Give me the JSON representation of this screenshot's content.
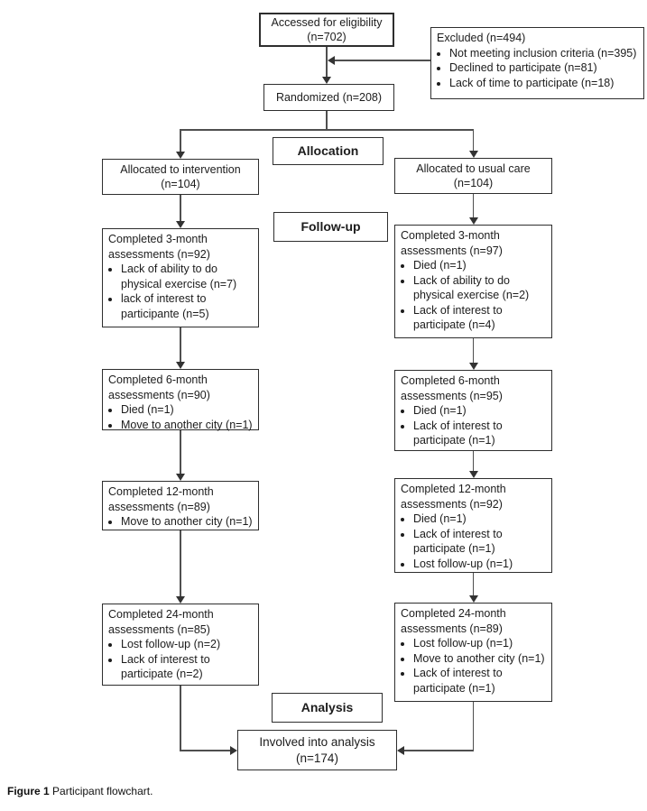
{
  "flowchart": {
    "eligibility": {
      "lines": [
        "Accessed for eligibility",
        "(n=702)"
      ]
    },
    "excluded": {
      "title": "Excluded (n=494)",
      "bullets": [
        "Not meeting inclusion criteria (n=395)",
        "Declined to participate (n=81)",
        "Lack of time to participate (n=18)"
      ]
    },
    "randomized": {
      "text": "Randomized (n=208)"
    },
    "stage_labels": {
      "allocation": "Allocation",
      "follow_up": "Follow-up",
      "analysis": "Analysis"
    },
    "intervention": {
      "allocated": {
        "lines": [
          "Allocated to intervention",
          "(n=104)"
        ]
      },
      "assessments": [
        {
          "title": "Completed 3-month assessments (n=92)",
          "bullets": [
            "Lack of ability to do physical exercise (n=7)",
            "lack of interest to participante (n=5)"
          ]
        },
        {
          "title": "Completed 6-month assessments (n=90)",
          "bullets": [
            "Died (n=1)",
            "Move to another city (n=1)"
          ]
        },
        {
          "title": "Completed 12-month assessments (n=89)",
          "bullets": [
            "Move to another city (n=1)"
          ]
        },
        {
          "title": "Completed 24-month assessments (n=85)",
          "bullets": [
            "Lost follow-up (n=2)",
            "Lack of interest to participate (n=2)"
          ]
        }
      ]
    },
    "usual_care": {
      "allocated": {
        "lines": [
          "Allocated to usual care",
          "(n=104)"
        ]
      },
      "assessments": [
        {
          "title": "Completed 3-month assessments (n=97)",
          "bullets": [
            "Died (n=1)",
            "Lack of ability to do physical exercise (n=2)",
            "Lack of interest to participate (n=4)"
          ]
        },
        {
          "title": "Completed 6-month assessments (n=95)",
          "bullets": [
            "Died (n=1)",
            "Lack of interest to participate (n=1)"
          ]
        },
        {
          "title": "Completed 12-month assessments (n=92)",
          "bullets": [
            "Died (n=1)",
            "Lack of interest to participate (n=1)",
            "Lost follow-up (n=1)"
          ]
        },
        {
          "title": "Completed 24-month assessments (n=89)",
          "bullets": [
            "Lost follow-up (n=1)",
            "Move to another city (n=1)",
            "Lack of interest to participate (n=1)"
          ]
        }
      ]
    },
    "analysis_box": {
      "text": "Involved into analysis (n=174)"
    }
  },
  "caption": {
    "label": "Figure 1",
    "text": "Participant flowchart."
  }
}
